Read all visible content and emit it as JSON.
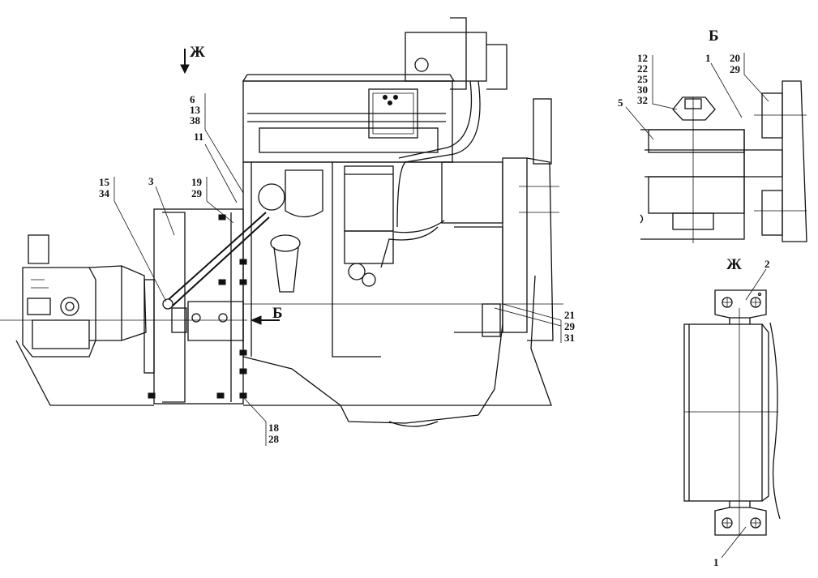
{
  "views": {
    "zh": "Ж",
    "b": "Б",
    "b_arrow": "Б"
  },
  "callouts": {
    "c_6_13_38": [
      "6",
      "13",
      "38"
    ],
    "c_11": [
      "11"
    ],
    "c_3": [
      "3"
    ],
    "c_15_34": [
      "15",
      "34"
    ],
    "c_19_29": [
      "19",
      "29"
    ],
    "c_18_28": [
      "18",
      "28"
    ],
    "c_21_29_31": [
      "21",
      "29",
      "31"
    ],
    "c_12_22_25_30_32": [
      "12",
      "22",
      "25",
      "30",
      "32"
    ],
    "c_1_b": [
      "1"
    ],
    "c_20_29": [
      "20",
      "29"
    ],
    "c_5": [
      "5"
    ],
    "c_2": [
      "2"
    ],
    "c_1_zh": [
      "1"
    ]
  }
}
